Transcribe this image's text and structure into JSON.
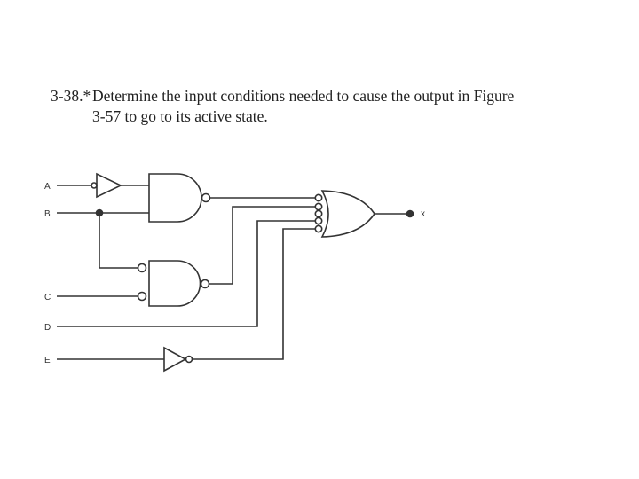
{
  "problem": {
    "number": "3-38.*",
    "line1": "Determine the input conditions needed to cause the output in Figure",
    "line2": "3-57 to go to its active state."
  },
  "circuit": {
    "inputs": [
      "A",
      "B",
      "C",
      "D",
      "E"
    ],
    "output": "x",
    "gates": [
      "buffer-with-inverted-input",
      "nand-gate-top",
      "nand-gate-bottom-inverted-inputs",
      "inverter-e",
      "or-gate-inverted-inputs"
    ],
    "colors": {
      "wire": "#333333",
      "text": "#222222"
    }
  }
}
